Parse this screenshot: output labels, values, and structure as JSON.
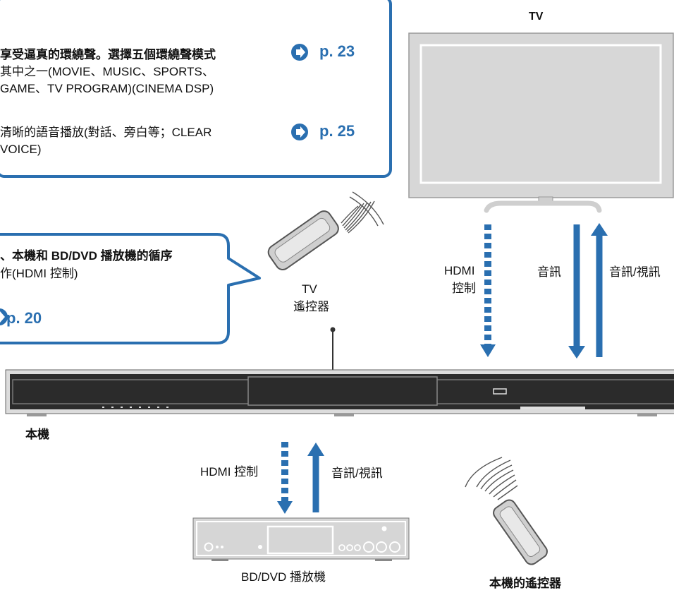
{
  "features": [
    {
      "lines": [
        "享受逼真的環繞聲。選擇五個環繞聲模式",
        "其中之一(MOVIE、MUSIC、SPORTS、",
        "GAME、TV PROGRAM)(CINEMA DSP)"
      ],
      "page_ref": "p. 23"
    },
    {
      "lines": [
        "清晰的語音播放(對話、旁白等；CLEAR",
        "VOICE)"
      ],
      "page_ref": "p. 25"
    }
  ],
  "hdmi_callout": {
    "lines": [
      "、本機和 BD/DVD 播放機的循序",
      "作(HDMI 控制)"
    ],
    "page_ref": "p. 20"
  },
  "labels": {
    "tv": "TV",
    "tv_remote": [
      "TV",
      "遙控器"
    ],
    "hdmi_control_vertical": [
      "HDMI",
      "控制"
    ],
    "audio": "音訊",
    "audio_video": "音訊/視訊",
    "unit": "本機",
    "hdmi_control": "HDMI 控制",
    "audio_video_bd": "音訊/視訊",
    "bd_player": "BD/DVD 播放機",
    "unit_remote": "本機的遙控器"
  },
  "colors": {
    "accent": "#2a6fb0",
    "device_dark": "#2b2b2b",
    "device_gray": "#d6d6d6"
  },
  "icons": [
    "arrow-circle-icon",
    "remote-control-icon",
    "signal-waves-icon",
    "tv-icon",
    "soundbar-icon",
    "bd-player-icon"
  ]
}
